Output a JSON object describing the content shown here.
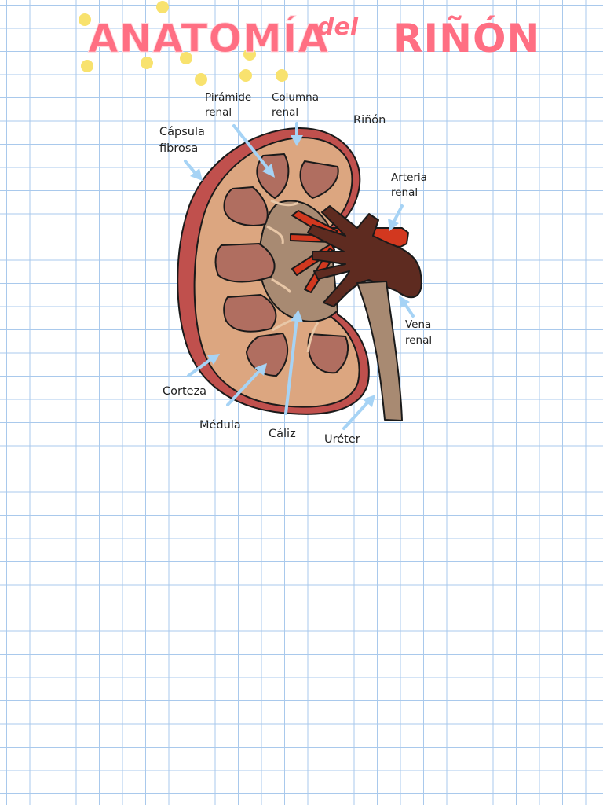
{
  "title": {
    "part1": "ANATOMÍA",
    "part2": "del",
    "part3": "RIÑÓN"
  },
  "labels": {
    "piramide_1": "Pirámide",
    "piramide_2": "renal",
    "columna_1": "Columna",
    "columna_2": "renal",
    "rinon": "Riñón",
    "capsula_1": "Cápsula",
    "capsula_2": "fibrosa",
    "arteria_1": "Arteria",
    "arteria_2": "renal",
    "vena_1": "Vena",
    "vena_2": "renal",
    "corteza": "Corteza",
    "medula": "Médula",
    "caliz": "Cáliz",
    "ureter": "Uréter"
  },
  "colors": {
    "title": "#ff6f83",
    "dots": "#f8e26e",
    "arrows": "#a6d3f5",
    "capsule": "#c0504d",
    "cortex": "#dca680",
    "pyramid": "#b06e60",
    "pelvis": "#a88a72",
    "artery": "#d2381f",
    "vein": "#5e2b20",
    "ureter": "#a88a72"
  }
}
